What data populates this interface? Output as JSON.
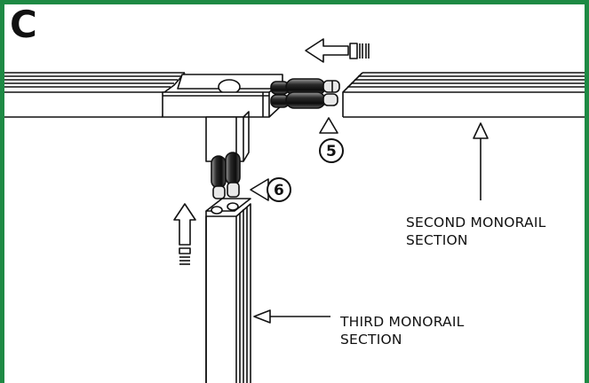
{
  "panel_letter": "C",
  "steps": {
    "step5": "5",
    "step6": "6"
  },
  "callouts": {
    "second_monorail": {
      "line1": "SECOND MONORAIL",
      "line2": "SECTION"
    },
    "third_monorail": {
      "line1": "THIRD MONORAIL",
      "line2": "SECTION"
    }
  },
  "colors": {
    "frame": "#1e8a44",
    "ink": "#111111"
  },
  "icons": [
    "insert-direction-arrow",
    "push-up-arrow",
    "pointer-arrow"
  ]
}
